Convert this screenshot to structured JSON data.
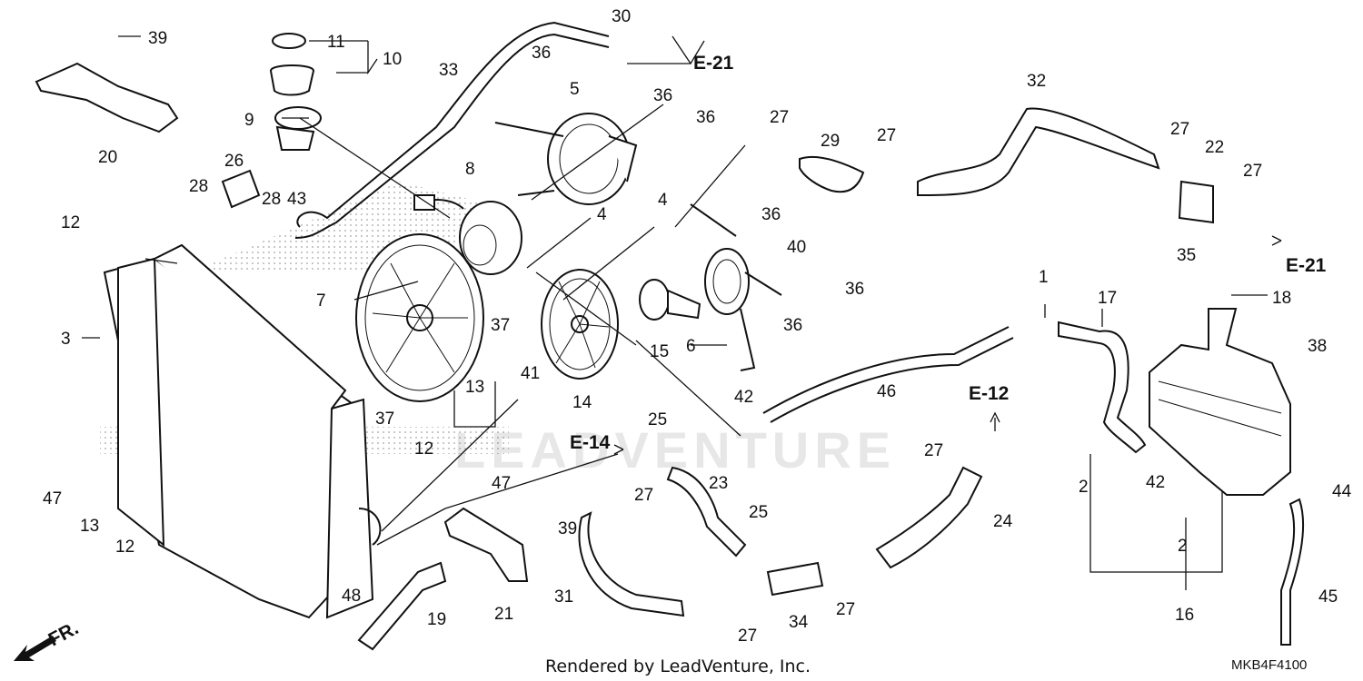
{
  "diagram": {
    "callouts": [
      {
        "id": "c39a",
        "text": "39"
      },
      {
        "id": "c11",
        "text": "11"
      },
      {
        "id": "c10",
        "text": "10"
      },
      {
        "id": "c33",
        "text": "33"
      },
      {
        "id": "c30",
        "text": "30"
      },
      {
        "id": "c36a",
        "text": "36"
      },
      {
        "id": "c5",
        "text": "5"
      },
      {
        "id": "c36b",
        "text": "36"
      },
      {
        "id": "c36c",
        "text": "36"
      },
      {
        "id": "c32",
        "text": "32"
      },
      {
        "id": "c27a",
        "text": "27"
      },
      {
        "id": "c29",
        "text": "29"
      },
      {
        "id": "c27b",
        "text": "27"
      },
      {
        "id": "c27c",
        "text": "27"
      },
      {
        "id": "c22",
        "text": "22"
      },
      {
        "id": "c27d",
        "text": "27"
      },
      {
        "id": "c9",
        "text": "9"
      },
      {
        "id": "c20",
        "text": "20"
      },
      {
        "id": "c26",
        "text": "26"
      },
      {
        "id": "c8",
        "text": "8"
      },
      {
        "id": "c28a",
        "text": "28"
      },
      {
        "id": "c28b",
        "text": "28"
      },
      {
        "id": "c43",
        "text": "43"
      },
      {
        "id": "c4a",
        "text": "4"
      },
      {
        "id": "c4b",
        "text": "4"
      },
      {
        "id": "c36d",
        "text": "36"
      },
      {
        "id": "c40",
        "text": "40"
      },
      {
        "id": "c12a",
        "text": "12"
      },
      {
        "id": "c35",
        "text": "35"
      },
      {
        "id": "c1",
        "text": "1"
      },
      {
        "id": "c17",
        "text": "17"
      },
      {
        "id": "c18",
        "text": "18"
      },
      {
        "id": "c7",
        "text": "7"
      },
      {
        "id": "c37a",
        "text": "37"
      },
      {
        "id": "c36e",
        "text": "36"
      },
      {
        "id": "c3",
        "text": "3"
      },
      {
        "id": "c15",
        "text": "15"
      },
      {
        "id": "c36f",
        "text": "36"
      },
      {
        "id": "c6",
        "text": "6"
      },
      {
        "id": "c41",
        "text": "41"
      },
      {
        "id": "c38",
        "text": "38"
      },
      {
        "id": "c46",
        "text": "46"
      },
      {
        "id": "c13a",
        "text": "13"
      },
      {
        "id": "c37b",
        "text": "37"
      },
      {
        "id": "c14",
        "text": "14"
      },
      {
        "id": "c42a",
        "text": "42"
      },
      {
        "id": "c12b",
        "text": "12"
      },
      {
        "id": "c25a",
        "text": "25"
      },
      {
        "id": "c27e",
        "text": "27"
      },
      {
        "id": "c47a",
        "text": "47"
      },
      {
        "id": "c47b",
        "text": "47"
      },
      {
        "id": "c13b",
        "text": "13"
      },
      {
        "id": "c23",
        "text": "23"
      },
      {
        "id": "c27f",
        "text": "27"
      },
      {
        "id": "c2a",
        "text": "2"
      },
      {
        "id": "c42b",
        "text": "42"
      },
      {
        "id": "c44",
        "text": "44"
      },
      {
        "id": "c12c",
        "text": "12"
      },
      {
        "id": "c39b",
        "text": "39"
      },
      {
        "id": "c25b",
        "text": "25"
      },
      {
        "id": "c24",
        "text": "24"
      },
      {
        "id": "c2b",
        "text": "2"
      },
      {
        "id": "c48",
        "text": "48"
      },
      {
        "id": "c21",
        "text": "21"
      },
      {
        "id": "c31",
        "text": "31"
      },
      {
        "id": "c27g",
        "text": "27"
      },
      {
        "id": "c34",
        "text": "34"
      },
      {
        "id": "c27h",
        "text": "27"
      },
      {
        "id": "c16",
        "text": "16"
      },
      {
        "id": "c45",
        "text": "45"
      },
      {
        "id": "c19",
        "text": "19"
      }
    ],
    "references": [
      {
        "id": "e21a",
        "text": "E-21"
      },
      {
        "id": "e21b",
        "text": "E-21"
      },
      {
        "id": "e12",
        "text": "E-12"
      },
      {
        "id": "e14",
        "text": "E-14"
      }
    ],
    "direction_label": "FR.",
    "footer_text": "Rendered by LeadVenture, Inc.",
    "diagram_code": "MKB4F4100",
    "watermark_text": "LEADVENTURE",
    "colors": {
      "line": "#111111",
      "background": "#ffffff",
      "watermark": "#bdbdbd"
    }
  }
}
